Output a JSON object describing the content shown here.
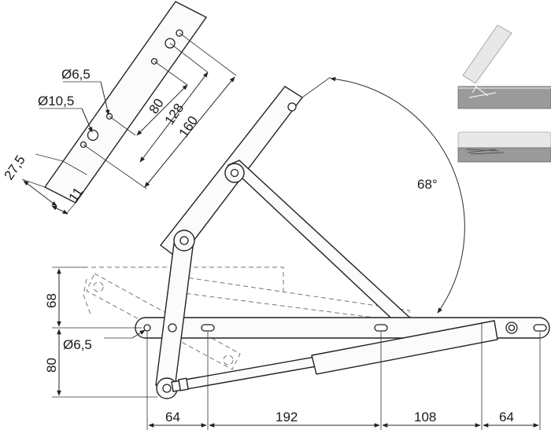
{
  "dimensions": {
    "d_hole_small_top": "Ø6,5",
    "d_hole_large": "Ø10,5",
    "d_hole_small_bottom": "Ø6,5",
    "len_80": "80",
    "len_128": "128",
    "len_160": "160",
    "edge_27_5": "27,5",
    "edge_11": "11",
    "angle": "68°",
    "height_68": "68",
    "height_80": "80",
    "span_64_left": "64",
    "span_192": "192",
    "span_108": "108",
    "span_64_right": "64"
  },
  "colors": {
    "line": "#222222",
    "dashed": "#777777",
    "panel_top": "#e8e8e8",
    "panel_bottom": "#9a9a9a"
  }
}
